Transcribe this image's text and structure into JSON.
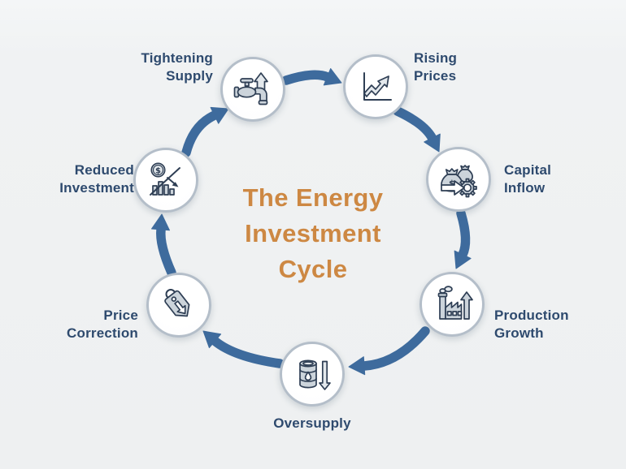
{
  "title": "The Energy Investment Cycle",
  "colors": {
    "background": "#f0f2f3",
    "title_text": "#cd8843",
    "label_text": "#2e4a6e",
    "arrow": "#3e6b9d",
    "circle_border": "#b4bec9",
    "circle_fill": "#fdfdfe",
    "icon_stroke": "#2e3e54",
    "icon_fill": "#ccd4db"
  },
  "nodes": [
    {
      "label": "Tightening Supply",
      "icon": "faucet-up-icon"
    },
    {
      "label": "Rising Prices",
      "icon": "rising-chart-icon"
    },
    {
      "label": "Capital Inflow",
      "icon": "money-bags-gear-icon"
    },
    {
      "label": "Production Growth",
      "icon": "factory-growth-icon"
    },
    {
      "label": "Oversupply",
      "icon": "oil-barrel-down-icon"
    },
    {
      "label": "Price Correction",
      "icon": "price-tag-down-icon"
    },
    {
      "label": "Reduced Investment",
      "icon": "declining-investment-icon"
    }
  ]
}
